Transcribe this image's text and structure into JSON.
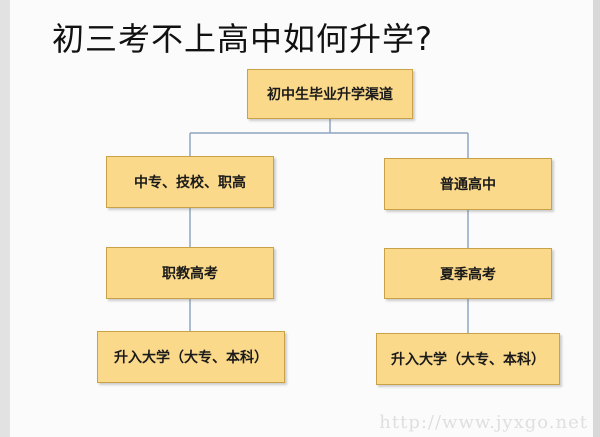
{
  "heading": "初三考不上高中如何升学?",
  "flowchart": {
    "root": "初中生毕业升学渠道",
    "left_branch": {
      "level1": "中专、技校、职高",
      "level2": "职教高考",
      "level3": "升入大学（大专、本科）"
    },
    "right_branch": {
      "level1": "普通高中",
      "level2": "夏季高考",
      "level3": "升入大学（大专、本科）"
    }
  },
  "colors": {
    "node_fill": "#fbd98a",
    "node_border": "#c9a247",
    "connector": "#8ea4c0"
  },
  "watermark": "http://www.jyxgo.net"
}
